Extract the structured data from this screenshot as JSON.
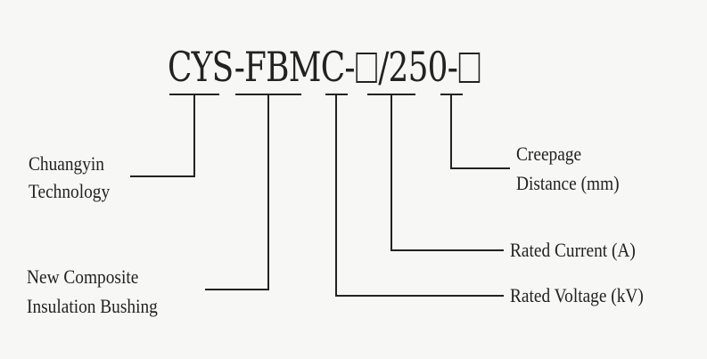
{
  "model": {
    "prefix": "CYS-FBMC-",
    "middle": "/250-",
    "placeholder_1": "□",
    "placeholder_2": "□"
  },
  "labels": {
    "company_line1": "Chuangyin",
    "company_line2": "Technology",
    "product_line1": "New Composite",
    "product_line2": "Insulation Bushing",
    "creepage_line1": "Creepage",
    "creepage_line2": "Distance (mm)",
    "rated_current": "Rated Current (A)",
    "rated_voltage": "Rated Voltage (kV)"
  },
  "colors": {
    "line": "#222222",
    "background": "#f7f7f5"
  }
}
